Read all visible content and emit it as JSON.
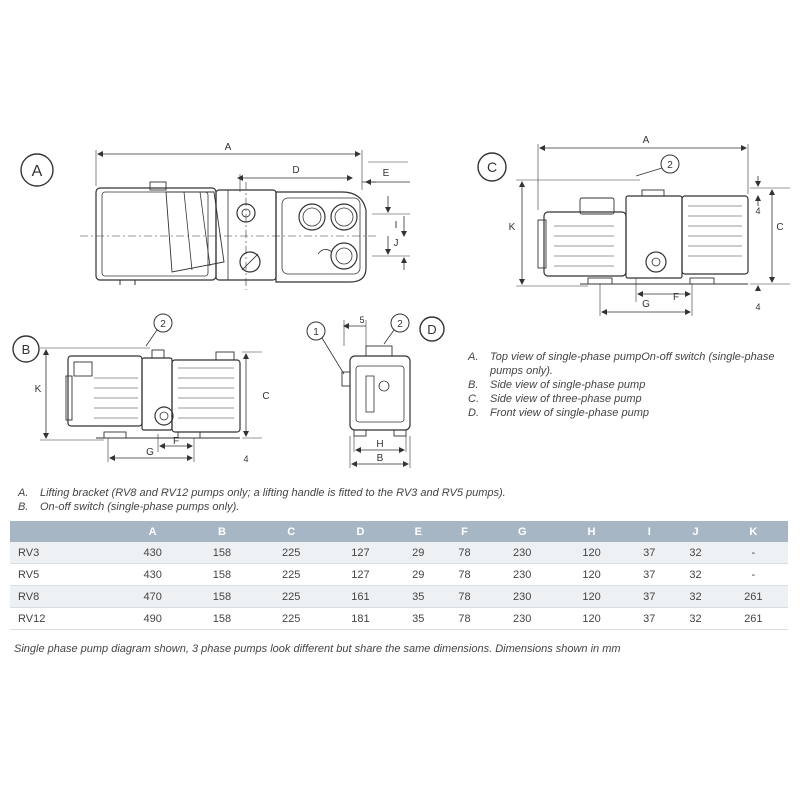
{
  "views": {
    "A": {
      "badge": "A",
      "dims": {
        "A": "A",
        "D": "D",
        "E": "E",
        "I": "I",
        "J": "J"
      }
    },
    "B": {
      "badge": "B",
      "callout": "2",
      "dims": {
        "K": "K",
        "C": "C",
        "G": "G",
        "F": "F",
        "four": "4"
      }
    },
    "C": {
      "badge": "C",
      "callout": "2",
      "dims": {
        "A": "A",
        "K": "K",
        "C": "C",
        "G": "G",
        "F": "F",
        "four_top": "4",
        "four_bottom": "4"
      }
    },
    "D": {
      "badge": "D",
      "callout_1": "1",
      "callout_2": "2",
      "dims": {
        "five": "5",
        "H": "H",
        "B": "B"
      }
    }
  },
  "legend": [
    {
      "key": "A.",
      "text": "Top view of single-phase pumpOn-off switch (single-phase pumps only)."
    },
    {
      "key": "B.",
      "text": "Side view of single-phase pump"
    },
    {
      "key": "C.",
      "text": "Side view of three-phase pump"
    },
    {
      "key": "D.",
      "text": "Front view of single-phase pump"
    }
  ],
  "notes": [
    {
      "key": "A.",
      "text": "Lifting bracket (RV8 and RV12 pumps only; a lifting handle is fitted to the RV3 and RV5 pumps)."
    },
    {
      "key": "B.",
      "text": "On-off switch (single-phase pumps only)."
    }
  ],
  "table": {
    "columns": [
      "",
      "A",
      "B",
      "C",
      "D",
      "E",
      "F",
      "G",
      "H",
      "I",
      "J",
      "K"
    ],
    "rows": [
      [
        "RV3",
        "430",
        "158",
        "225",
        "127",
        "29",
        "78",
        "230",
        "120",
        "37",
        "32",
        "-"
      ],
      [
        "RV5",
        "430",
        "158",
        "225",
        "127",
        "29",
        "78",
        "230",
        "120",
        "37",
        "32",
        "-"
      ],
      [
        "RV8",
        "470",
        "158",
        "225",
        "161",
        "35",
        "78",
        "230",
        "120",
        "37",
        "32",
        "261"
      ],
      [
        "RV12",
        "490",
        "158",
        "225",
        "181",
        "35",
        "78",
        "230",
        "120",
        "37",
        "32",
        "261"
      ]
    ]
  },
  "footnote": "Single phase pump diagram shown, 3 phase pumps look different but share the same dimensions. Dimensions shown in mm",
  "colors": {
    "line": "#333333",
    "header": "#a7b6c4",
    "row_alt": "#eef1f4"
  }
}
